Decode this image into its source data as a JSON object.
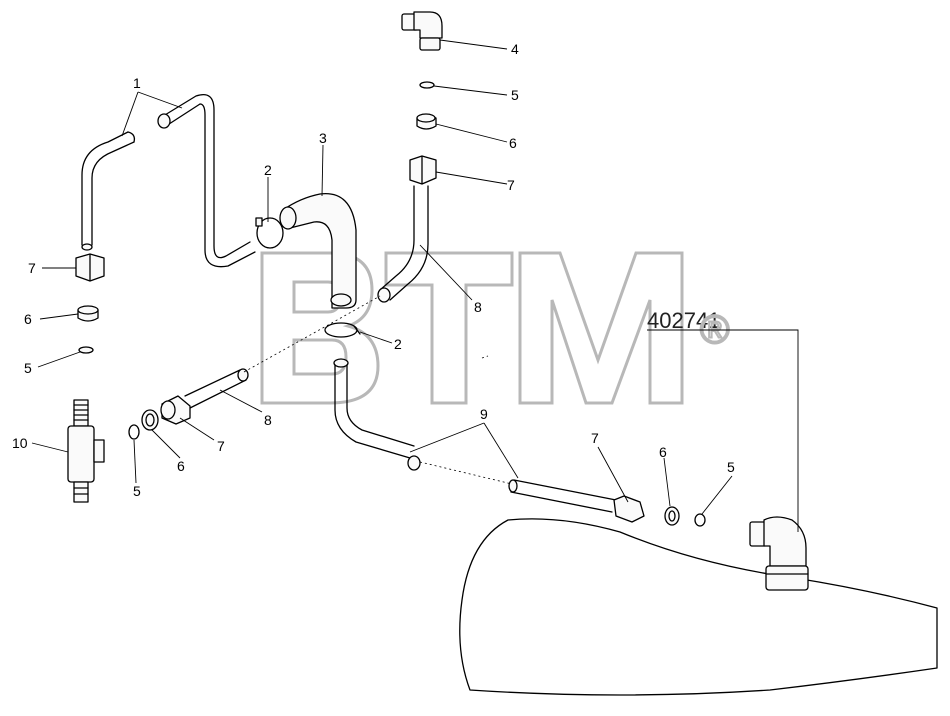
{
  "watermark": {
    "brand": "BTM",
    "code": "402741",
    "reg_mark": "®"
  },
  "callouts": [
    {
      "id": "c1",
      "text": "1"
    },
    {
      "id": "c2a",
      "text": "2"
    },
    {
      "id": "c2b",
      "text": "2"
    },
    {
      "id": "c3",
      "text": "3"
    },
    {
      "id": "c4",
      "text": "4"
    },
    {
      "id": "c5a",
      "text": "5"
    },
    {
      "id": "c5b",
      "text": "5"
    },
    {
      "id": "c5c",
      "text": "5"
    },
    {
      "id": "c5d",
      "text": "5"
    },
    {
      "id": "c6a",
      "text": "6"
    },
    {
      "id": "c6b",
      "text": "6"
    },
    {
      "id": "c6c",
      "text": "6"
    },
    {
      "id": "c6d",
      "text": "6"
    },
    {
      "id": "c7a",
      "text": "7"
    },
    {
      "id": "c7b",
      "text": "7"
    },
    {
      "id": "c7c",
      "text": "7"
    },
    {
      "id": "c7d",
      "text": "7"
    },
    {
      "id": "c8a",
      "text": "8"
    },
    {
      "id": "c8b",
      "text": "8"
    },
    {
      "id": "c9",
      "text": "9"
    },
    {
      "id": "c10",
      "text": "10"
    }
  ]
}
